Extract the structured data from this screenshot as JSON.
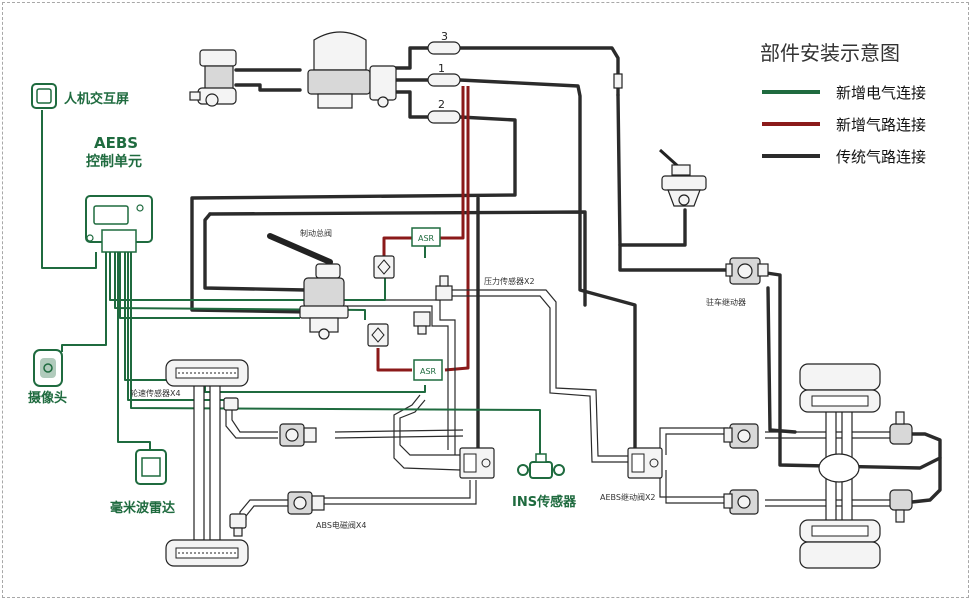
{
  "legend": {
    "title": "部件安装示意图",
    "items": [
      {
        "label": "新增电气连接",
        "color": "#1f6b3f"
      },
      {
        "label": "新增气路连接",
        "color": "#8b1a1a"
      },
      {
        "label": "传统气路连接",
        "color": "#2b2b2b"
      }
    ]
  },
  "labels": {
    "hmi": "人机交互屏",
    "aebs_line1": "AEBS",
    "aebs_line2": "控制单元",
    "camera": "摄像头",
    "radar": "毫米波雷达",
    "ins": "INS传感器",
    "brake_valve": "制动总阀",
    "pressure_sensor": "压力传感器X2",
    "parking_relay": "驻车继动器",
    "wheel_speed": "轮速传感器X4",
    "abs_valve": "ABS电磁阀X4",
    "aebs_relay": "AEBS继动阀X2",
    "asr_top": "ASR",
    "asr_bottom": "ASR",
    "tank_1": "1",
    "tank_2": "2",
    "tank_3": "3"
  },
  "colors": {
    "electric": "#1f6b3f",
    "new_air": "#8b1a1a",
    "legacy_air": "#2b2b2b"
  }
}
